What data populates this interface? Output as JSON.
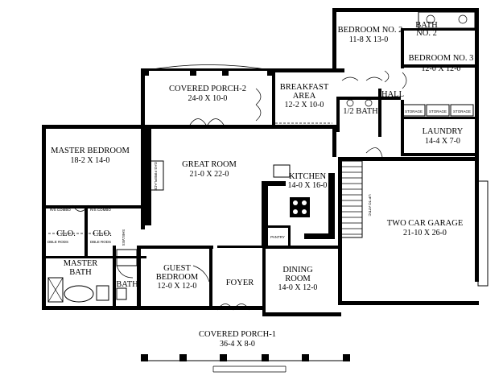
{
  "rooms": {
    "covered_porch_2": {
      "name": "COVERED PORCH-2",
      "dim": "24-0 X 10-0"
    },
    "breakfast": {
      "name1": "BREAKFAST",
      "name2": "AREA",
      "dim": "12-2 X 10-0"
    },
    "bedroom2": {
      "name": "BEDROOM NO. 2",
      "dim": "11-8 X 13-0"
    },
    "bath_no2": {
      "name1": "BATH",
      "name2": "NO. 2"
    },
    "bedroom3": {
      "name": "BEDROOM NO. 3",
      "dim": "12-0 X 12-0"
    },
    "hall": {
      "name": "HALL"
    },
    "half_bath": {
      "name": "1/2 BATH"
    },
    "laundry": {
      "name": "LAUNDRY",
      "dim": "14-4 X 7-0"
    },
    "storage": {
      "label": "STORAGE"
    },
    "master_bedroom": {
      "name": "MASTER BEDROOM",
      "dim": "18-2 X 14-0"
    },
    "great_room": {
      "name": "GREAT ROOM",
      "dim": "21-0 X 22-0"
    },
    "kitchen": {
      "name": "KITCHEN",
      "dim": "14-0 X 16-0"
    },
    "pantry": {
      "name": "PANTRY"
    },
    "garage": {
      "name": "TWO CAR GARAGE",
      "dim": "21-10 X 26-0"
    },
    "clo_left": {
      "name": "CLO."
    },
    "clo_right": {
      "name": "CLO."
    },
    "master_bath": {
      "name1": "MASTER",
      "name2": "BATH"
    },
    "guest_bedroom": {
      "name1": "GUEST",
      "name2": "BEDROOM",
      "dim": "12-0 X 12-0"
    },
    "bath": {
      "name": "BATH"
    },
    "foyer": {
      "name": "FOYER"
    },
    "dining": {
      "name1": "DINING",
      "name2": "ROOM",
      "dim": "14-0 X 12-0"
    },
    "covered_porch_1": {
      "name": "COVERED PORCH-1",
      "dim": "36-4 X 8-0"
    }
  },
  "annotations": {
    "fireplace": "GAS FIREPLACE",
    "rs_combo": "R/S COMBO",
    "dble_rods": "DBLE RODS",
    "shelves": "SHELVES",
    "attic": "UP TO ATTIC"
  }
}
